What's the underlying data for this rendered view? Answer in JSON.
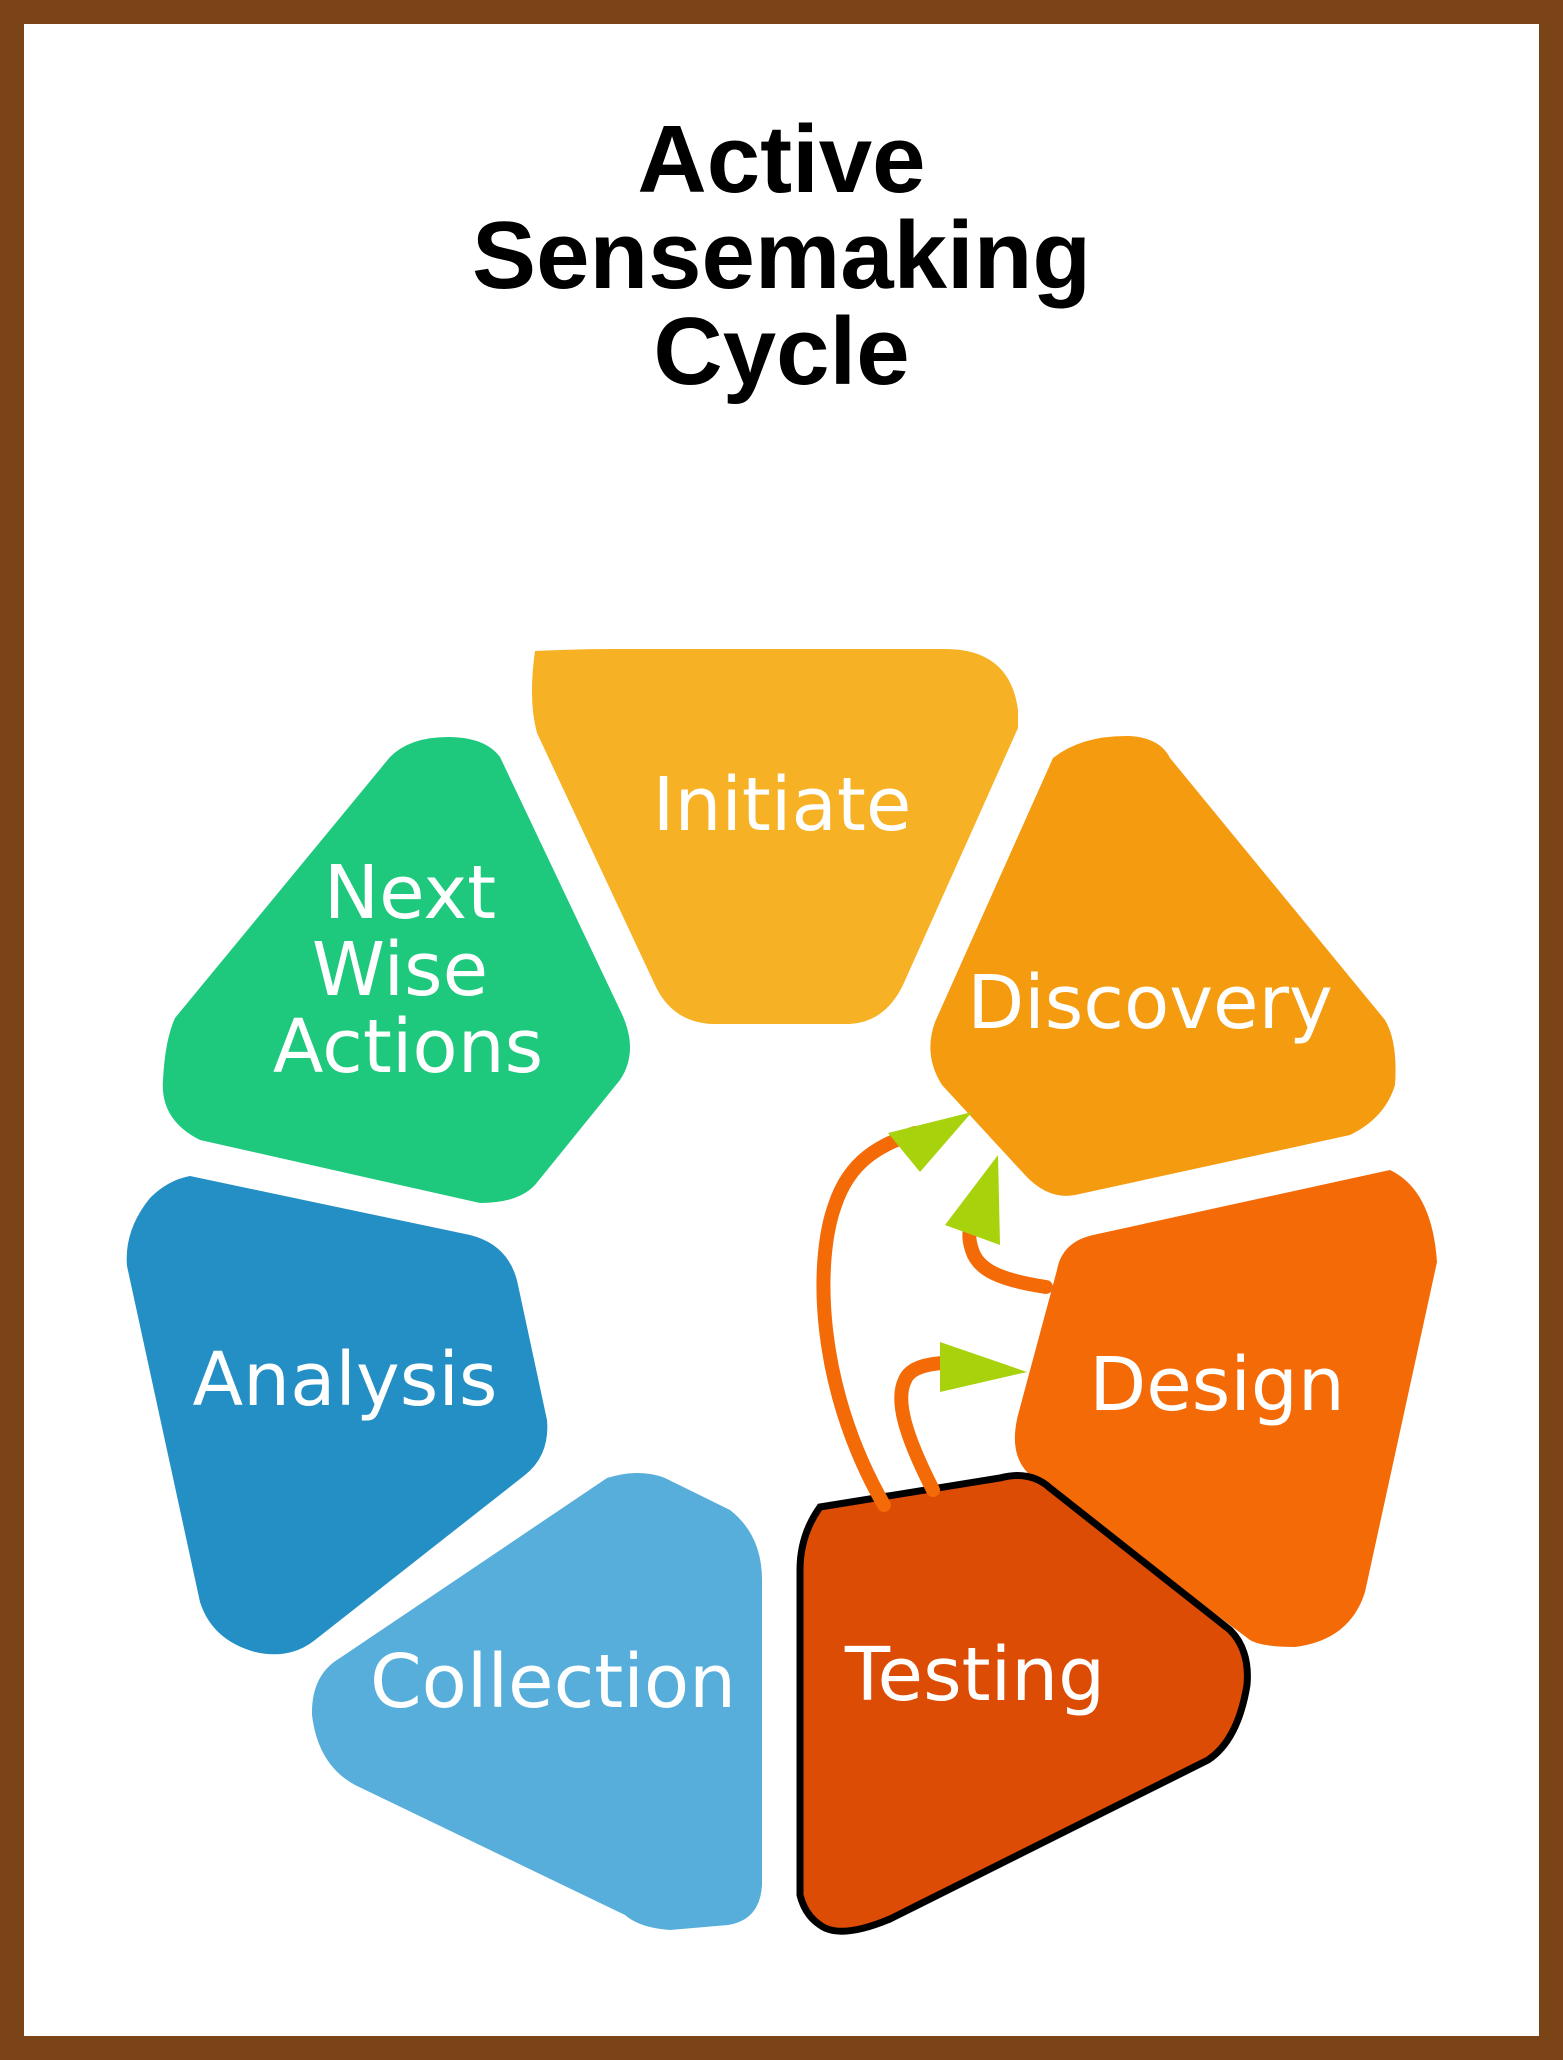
{
  "title": {
    "line1": "Active",
    "line2": "Sensemaking",
    "line3": "Cycle"
  },
  "colors": {
    "border": "#7a4417",
    "initiate": "#f7b124",
    "discovery": "#f59b0f",
    "design": "#f36a07",
    "testing": "#dd4c04",
    "testing_outline": "#000000",
    "collection": "#57aedb",
    "analysis": "#238fc4",
    "next_wise_actions": "#1ec97d",
    "arrow_body": "#f36a07",
    "arrow_head": "#a8d20c"
  },
  "segments": [
    {
      "id": "initiate",
      "label_lines": [
        "Initiate"
      ]
    },
    {
      "id": "discovery",
      "label_lines": [
        "Discovery"
      ]
    },
    {
      "id": "design",
      "label_lines": [
        "Design"
      ]
    },
    {
      "id": "testing",
      "label_lines": [
        "Testing"
      ]
    },
    {
      "id": "collection",
      "label_lines": [
        "Collection"
      ]
    },
    {
      "id": "analysis",
      "label_lines": [
        "Analysis"
      ]
    },
    {
      "id": "next_wise_actions",
      "label_lines": [
        "Next",
        "Wise",
        "Actions"
      ]
    }
  ]
}
